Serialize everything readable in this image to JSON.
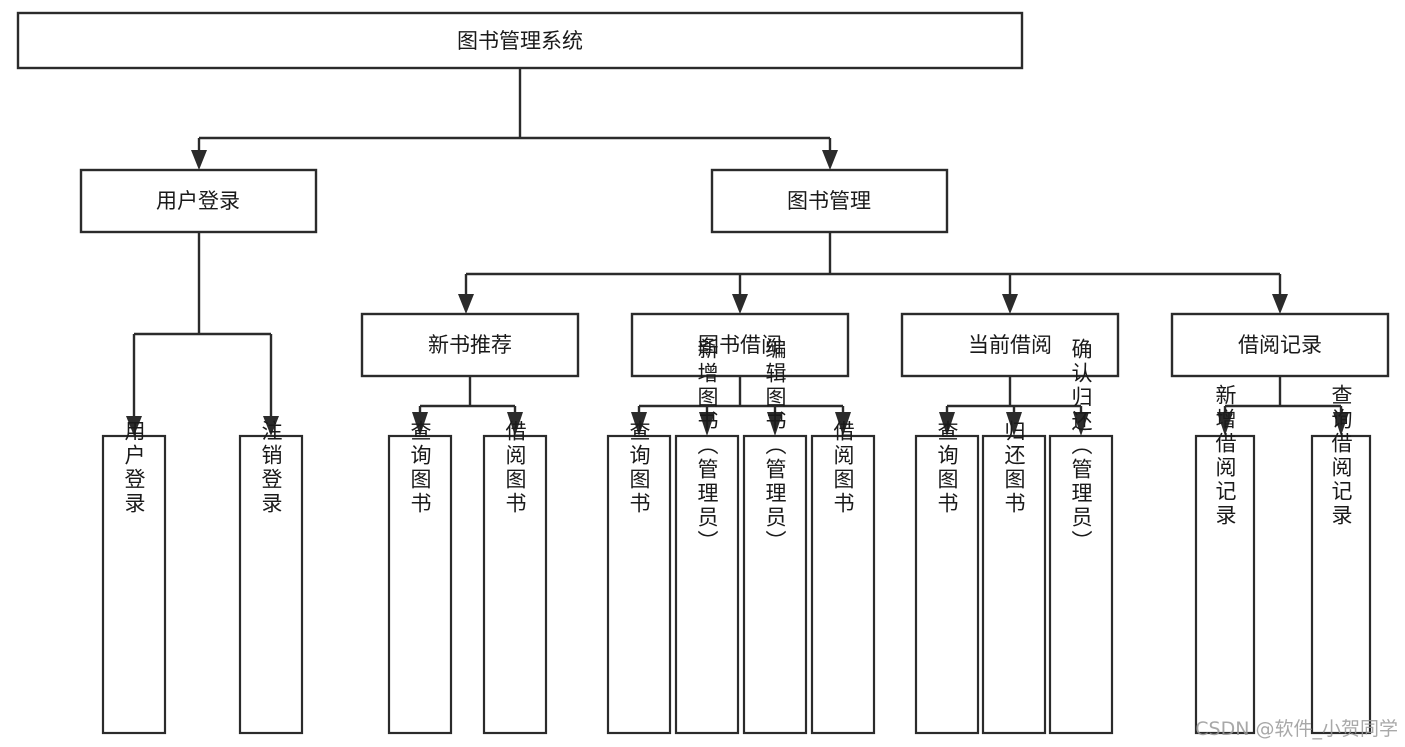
{
  "diagram": {
    "title_node": {
      "label": "图书管理系统"
    },
    "level2": [
      {
        "id": "user-login",
        "label": "用户登录"
      },
      {
        "id": "book-management",
        "label": "图书管理"
      }
    ],
    "level3": [
      {
        "id": "new-book-recommend",
        "label": "新书推荐"
      },
      {
        "id": "book-borrow",
        "label": "图书借阅"
      },
      {
        "id": "current-borrow",
        "label": "当前借阅"
      },
      {
        "id": "borrow-record",
        "label": "借阅记录"
      }
    ],
    "leaves": {
      "user_login": [
        {
          "id": "leaf-user-login",
          "label": "用户登录"
        },
        {
          "id": "leaf-logout-login",
          "label": "注销登录"
        }
      ],
      "new_book_recommend": [
        {
          "id": "leaf-query-book-1",
          "label": "查询图书"
        },
        {
          "id": "leaf-borrow-book-1",
          "label": "借阅图书"
        }
      ],
      "book_borrow": [
        {
          "id": "leaf-query-book-2",
          "label": "查询图书"
        },
        {
          "id": "leaf-add-book",
          "label": "新增图书（管理员）"
        },
        {
          "id": "leaf-edit-book",
          "label": "编辑图书（管理员）"
        },
        {
          "id": "leaf-borrow-book-2",
          "label": "借阅图书"
        }
      ],
      "current_borrow": [
        {
          "id": "leaf-query-book-3",
          "label": "查询图书"
        },
        {
          "id": "leaf-return-book",
          "label": "归还图书"
        },
        {
          "id": "leaf-confirm-return",
          "label": "确认归还（管理员）"
        }
      ],
      "borrow_record": [
        {
          "id": "leaf-add-record",
          "label": "新增借阅记录"
        },
        {
          "id": "leaf-query-record",
          "label": "查询借阅记录"
        }
      ]
    }
  },
  "watermark": {
    "text": "CSDN @软件_小贺同学"
  },
  "colors": {
    "background": "#ffffff",
    "box_fill": "#ffffff",
    "box_stroke": "#2b2b2b",
    "line": "#2b2b2b",
    "text": "#1a1a1a",
    "watermark": "#9a9a9a"
  }
}
